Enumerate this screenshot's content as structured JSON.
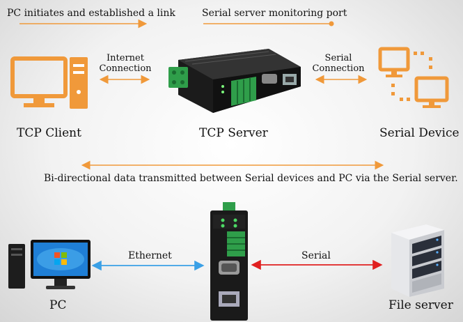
{
  "top": {
    "link_note": "PC initiates and established a link",
    "monitor_note": "Serial server monitoring port",
    "internet_connection": [
      "Internet",
      "Connection"
    ],
    "serial_connection": [
      "Serial",
      "Connection"
    ],
    "tcp_client": "TCP Client",
    "tcp_server": "TCP Server",
    "serial_device": "Serial Device",
    "bidirectional_note": "Bi-directional data transmitted between Serial devices and PC via the Serial server."
  },
  "bottom": {
    "ethernet": "Ethernet",
    "serial": "Serial",
    "pc": "PC",
    "file_server": "File server"
  },
  "colors": {
    "orange": "#f0993a",
    "blue": "#3aa0e6",
    "red": "#e02020",
    "terminal_green": "#2f9e4a"
  }
}
